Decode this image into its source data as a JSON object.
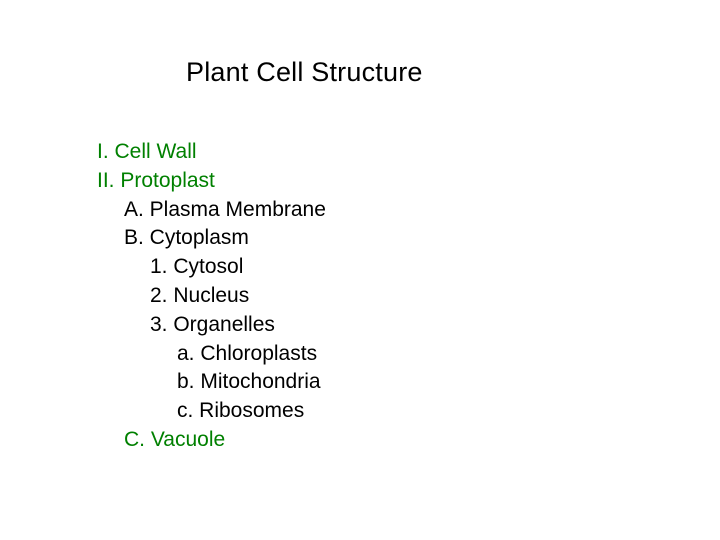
{
  "slide": {
    "title": "Plant Cell Structure",
    "outline": [
      {
        "text": "I. Cell Wall",
        "level": 0,
        "color": "#008000"
      },
      {
        "text": "II. Protoplast",
        "level": 0,
        "color": "#008000"
      },
      {
        "text": "A. Plasma Membrane",
        "level": 1,
        "color": "#000000"
      },
      {
        "text": "B. Cytoplasm",
        "level": 1,
        "color": "#000000"
      },
      {
        "text": "1. Cytosol",
        "level": 2,
        "color": "#000000"
      },
      {
        "text": "2. Nucleus",
        "level": 2,
        "color": "#000000"
      },
      {
        "text": "3. Organelles",
        "level": 2,
        "color": "#000000"
      },
      {
        "text": "a. Chloroplasts",
        "level": 3,
        "color": "#000000"
      },
      {
        "text": "b. Mitochondria",
        "level": 3,
        "color": "#000000"
      },
      {
        "text": "c. Ribosomes",
        "level": 3,
        "color": "#000000"
      },
      {
        "text": "C. Vacuole",
        "level": 1,
        "color": "#008000"
      }
    ]
  }
}
